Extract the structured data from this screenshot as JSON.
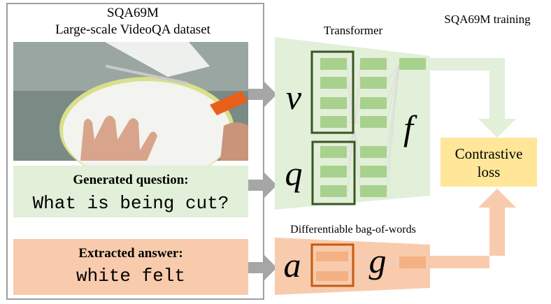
{
  "dataset": {
    "title": "SQA69M",
    "subtitle": "Large-scale VideoQA dataset"
  },
  "question": {
    "label": "Generated question:",
    "text": "What is being cut?"
  },
  "answer": {
    "label": "Extracted answer:",
    "text": "white felt"
  },
  "transformer": {
    "title": "Transformer",
    "v": "v",
    "q": "q",
    "f": "f"
  },
  "bow": {
    "title": "Differentiable bag-of-words",
    "a": "a",
    "g": "g"
  },
  "training": {
    "title": "SQA69M training",
    "loss_line1": "Contrastive",
    "loss_line2": "loss"
  },
  "colors": {
    "green_bg": "#e2efd9",
    "green_bar": "#a9d18e",
    "green_box": "#385723",
    "orange_bg": "#f8cbad",
    "orange_bar": "#f4b183",
    "orange_box": "#c55a11",
    "loss_bg": "#ffe699",
    "arrow": "#a6a6a6"
  }
}
